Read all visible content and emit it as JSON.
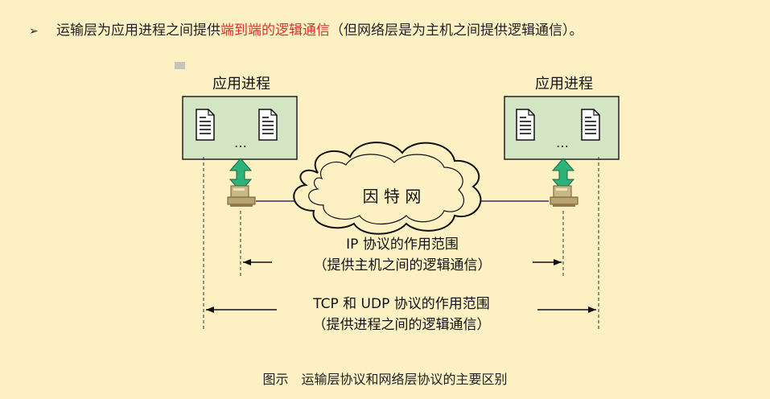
{
  "bullet": {
    "marker": "➢",
    "prefix": "运输层为应用进程之间提供",
    "highlight": "端到端的逻辑通信",
    "suffix": "（但网络层是为主机之间提供逻辑通信）。"
  },
  "diagram": {
    "left_process_label": "应用进程",
    "right_process_label": "应用进程",
    "ellipsis": "…",
    "cloud_label": "因 特 网",
    "ip_scope": {
      "title": "IP 协议的作用范围",
      "subtitle": "（提供主机之间的逻辑通信）"
    },
    "tcp_udp_scope": {
      "title": "TCP 和 UDP 协议的作用范围",
      "subtitle": "（提供进程之间的逻辑通信）"
    }
  },
  "caption": "图示　运输层协议和网络层协议的主要区别",
  "colors": {
    "background": "#fdf1c4",
    "highlight": "#e0302a",
    "process_box": "#d4e5c4",
    "double_arrow": "#2db37a",
    "host": "#c9b887"
  }
}
